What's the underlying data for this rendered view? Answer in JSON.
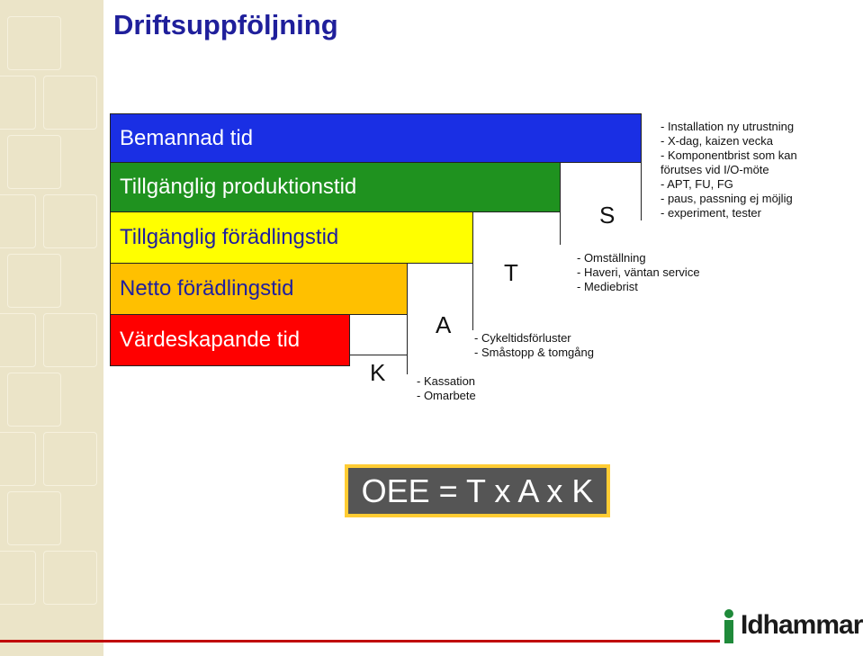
{
  "title": "Driftsuppföljning",
  "bars": [
    {
      "label": "Bemannad tid"
    },
    {
      "label": "Tillgänglig produktionstid"
    },
    {
      "label": "Tillgänglig förädlingstid"
    },
    {
      "label": "Netto förädlingstid"
    },
    {
      "label": "Värdeskapande tid"
    }
  ],
  "letters": {
    "s": "S",
    "t": "T",
    "a": "A",
    "k": "K"
  },
  "notes": {
    "s": [
      "- Installation ny utrustning",
      "- X-dag, kaizen vecka",
      "- Komponentbrist som kan",
      "förutses vid I/O-möte",
      "- APT, FU, FG",
      "- paus,  passning ej möjlig",
      "- experiment, tester"
    ],
    "t": [
      "- Omställning",
      "- Haveri, väntan service",
      "- Mediebrist"
    ],
    "a": [
      "- Cykeltidsförluster",
      "- Småstopp & tomgång"
    ],
    "k": [
      "- Kassation",
      "- Omarbete"
    ]
  },
  "formula": "OEE = T x A x K",
  "logo": {
    "text": "Idhammar"
  },
  "colors": {
    "title": "#1f1f9b",
    "bemannad": "#1a2fe4",
    "produktion": "#1f921f",
    "foradling": "#ffff00",
    "netto": "#ffc000",
    "vardeskapande": "#ff0000",
    "formula_border": "#ffcc33",
    "footer_line": "#c00000"
  }
}
